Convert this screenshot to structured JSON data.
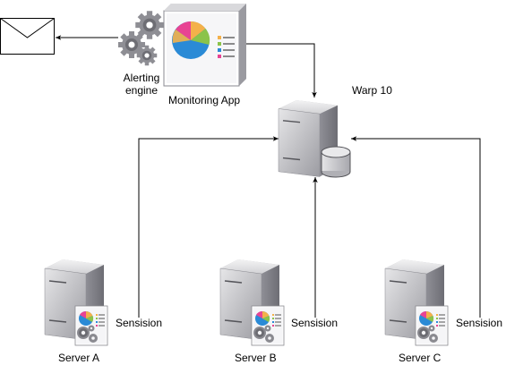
{
  "nodes": {
    "alerting_engine": {
      "label_line1": "Alerting",
      "label_line2": "engine",
      "icon": "gears-icon"
    },
    "monitoring_app": {
      "label": "Monitoring App",
      "icon": "dashboard-pie-chart-icon"
    },
    "warp10": {
      "label": "Warp 10",
      "icon": "database-server-icon"
    },
    "email": {
      "icon": "envelope-icon"
    },
    "servers": [
      {
        "label": "Server A",
        "agent_label": "Sensision"
      },
      {
        "label": "Server B",
        "agent_label": "Sensision"
      },
      {
        "label": "Server C",
        "agent_label": "Sensision"
      }
    ]
  },
  "colors": {
    "pie": [
      "#2a8ad6",
      "#8bc34a",
      "#f4b14a",
      "#e84393"
    ],
    "server_body": "#c7c7c9",
    "line": "#000000"
  }
}
